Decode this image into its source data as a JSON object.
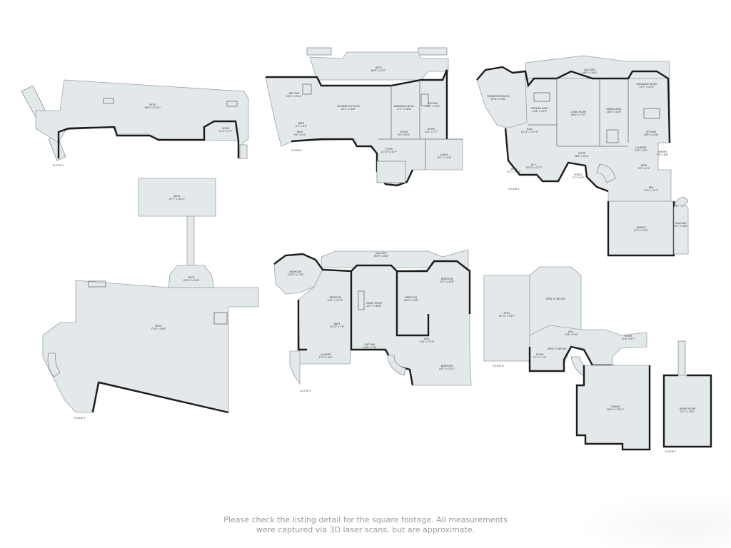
{
  "floors": {
    "floor1": "FLOOR 1",
    "floor2": "FLOOR 2",
    "floor3": "FLOOR 3",
    "floor4": "FLOOR 4",
    "floor5": "FLOOR 5",
    "floor6": "FLOOR 6",
    "floor7": "FLOOR 7"
  },
  "rooms": {
    "f2_patio": "PATIO",
    "f2_patio_dim": "88'0\" x 34'11\"",
    "f2_room": "ROOM",
    "f2_room_dim": "12'0\" x 9'7\"",
    "f3_deck_top": "DECK",
    "f3_deck_top_dim": "31'7\" x 20'11\"",
    "f3_deck": "DECK",
    "f3_deck_dim": "26'10\" x 20'8\"",
    "f3_patio": "PATIO",
    "f3_patio_dim": "77'8\" x 54'8\"",
    "f1_deck": "DECK",
    "f1_deck_dim": "66'8\" x 22'0\"",
    "f1_wetbar": "WET BAR",
    "f1_wetbar_dim": "16'0\" x 15'11\"",
    "f1_recreation": "RECREATION ROOM",
    "f1_recreation_dim": "43'1\" x 26'8\"",
    "f1_breakfast": "BREAKFAST NOOK",
    "f1_breakfast_dim": "17'7\" x 16'8\"",
    "f1_kitchen": "KITCHEN",
    "f1_kitchen_dim": "15'8\" x 12'8\"",
    "f1_room1": "ROOM",
    "f1_room1_dim": "6'5\" x 6'0\"",
    "f1_room2": "ROOM",
    "f1_room2_dim": "12'4\" x 7'7\"",
    "f1_foyer": "FOYER",
    "f1_foyer_dim": "12'10\" x 14'7\"",
    "f1_sauna": "SAUNA",
    "f1_sauna_dim": "19'2\" x 14'8\"",
    "f1_bath": "BATH",
    "f1_bath_dim": "9'1\" x 6'0\"",
    "f1_bath2": "BATH",
    "f1_bath2_dim": "9'4\" x 5'4\"",
    "f5_balcony": "BALCONY",
    "f5_balcony_dim": "46'0\" x 16'6\"",
    "f5_primary_bed": "PRIMARY BEDROOM",
    "f5_primary_bed_dim": "22'8\" x 24'8\"",
    "f5_primary_bath": "PRIMARY BATH",
    "f5_primary_bath_dim": "14'6\" x 15'0\"",
    "f5_living": "LIVING ROOM",
    "f5_living_dim": "26'6\" x 27'0\"",
    "f5_dining": "DINING AREA",
    "f5_dining_dim": "18'0\" x 16'8\"",
    "f5_breakfast": "BREAKFAST NOOK",
    "f5_breakfast_dim": "10'7\" x 10'0\"",
    "f5_kitchen": "KITCHEN",
    "f5_kitchen_dim": "18'6\" x 15'8\"",
    "f5_hall": "HALL",
    "f5_hall_dim": "15'11\" x 11'10\"",
    "f5_foyer": "FOYER",
    "f5_foyer_dim": "28'5\" x 9'11\"",
    "f5_walkin": "W.I.C",
    "f5_walkin_dim": "16'10\" x 12'7\"",
    "f5_desk": "DESK",
    "f5_desk_dim": "9'1\" x 7'10\"",
    "f5_porch": "PORCH",
    "f5_porch_dim": "7'4\" x 6'1\"",
    "f5_laundry": "LAUNDRY",
    "f5_laundry_dim": "12'5\" x 8'5\"",
    "f5_pantry": "PANTRY",
    "f5_pantry_dim": "7'9\" x 6'8\"",
    "f5_den": "DEN",
    "f5_den_dim": "17'6\" x 10'7\"",
    "f5_garage": "GARAGE",
    "f5_garage_dim": "47'0\" x 23'5\"",
    "f5_balcony2": "BALCONY",
    "f5_balcony2_dim": "8'7\" x 16'6\"",
    "f5_bath": "BATH",
    "f5_bath_dim": "9'8\" x 5'4\"",
    "f4_balcony": "BALCONY",
    "f4_balcony_dim": "58'8\" x 16'8\"",
    "f4_bedroom1": "BEDROOM",
    "f4_bedroom1_dim": "22'10\" x 17'8\"",
    "f4_bedroom2": "BEDROOM",
    "f4_bedroom2_dim": "20'1\" x 15'11\"",
    "f4_family": "FAMILY ROOM",
    "f4_family_dim": "20'7\" x 38'8\"",
    "f4_bedroom3": "BEDROOM",
    "f4_bedroom3_dim": "19'8\" x 16'6\"",
    "f4_bedroom4": "BEDROOM",
    "f4_bedroom4_dim": "20'7\" x 16'6\"",
    "f4_bedroom5": "BEDROOM",
    "f4_bedroom5_dim": "18'1\" x 15'11\"",
    "f4_laundry": "LAUNDRY",
    "f4_laundry_dim": "17'7\" x 8'8\"",
    "f4_wetbar": "WET BAR",
    "f4_wetbar_dim": "16'8\" x 9'8\"",
    "f4_hall": "HALL",
    "f4_hall_dim": "12'4\" x 3'10\"",
    "f4_bath": "BATH",
    "f4_bath_dim": "10'10\" x 7'8\"",
    "f6_attic": "ATTIC",
    "f6_attic_dim": "32'10\" x 35'7\"",
    "f6_open": "OPEN TO BELOW",
    "f6_open2": "OPEN TO BELOW",
    "f6_hall": "HALL",
    "f6_hall_dim": "12'8\" x 5'8\"",
    "f6_room": "ROOM",
    "f6_room_dim": "11'8\" x 8'7\"",
    "f6_room2": "ROOM",
    "f6_room2_dim": "10'1\" x 7'9\"",
    "f6_garage": "GARAGE",
    "f6_garage_dim": "28'10\" x 36'11\"",
    "f7_bonus": "BONUS ROOM",
    "f7_bonus_dim": "19'7\" x 28'0\""
  },
  "disclaimer": {
    "line1": "Please check the listing detail for the square footage. All measurements",
    "line2": "were captured via 3D laser scans, but are approximate."
  },
  "colors": {
    "room_fill": "#e3e8ea",
    "wall": "#1c1c1c",
    "text": "#9a9a9a"
  }
}
